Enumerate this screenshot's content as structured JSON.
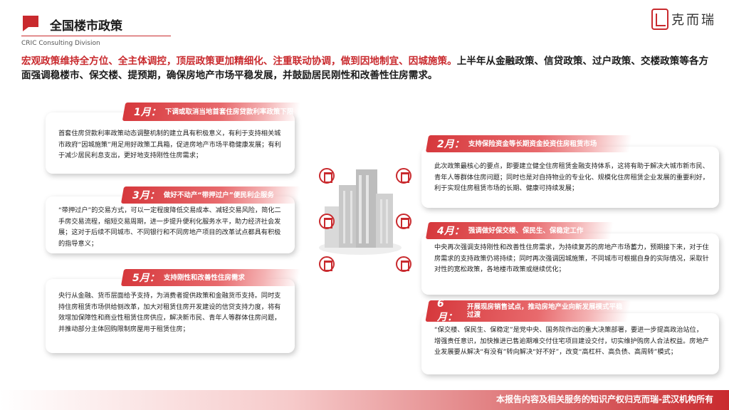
{
  "header": {
    "title": "全国楼市政策",
    "subtitle": "CRIC Consulting Division",
    "logo_text": "克而瑞"
  },
  "summary": {
    "highlight": "宏观政策维持全方位、全主体调控，顶层政策更加精细化、注重联动协调，做到因地制宜、因城施策。",
    "rest": "上半年从金融政策、信贷政策、过户政策、交楼政策等各方面强调稳楼市、保交楼、提预期，确保房地产市场平稳发展，并鼓励居民刚性和改善性住房需求。"
  },
  "cards": [
    {
      "month": "1月：",
      "title": "下调或取消当地首套住房贷款利率政策下限",
      "body": "首套住房贷款利率政策动态调整机制的建立具有积极意义，有利于支持相关城市政府“因城施策”用足用好政策工具箱，促进房地产市场平稳健康发展；有利于减少居民利息支出，更好地支持刚性住房需求；"
    },
    {
      "month": "2月：",
      "title": "支持保险资金等长期资金投资住房租赁市场",
      "body": "此次政策最核心的要点，即要建立健全住房租赁金融支持体系，这将有助于解决大城市新市民、青年人等群体住房问题；同时也是对自持物业的专业化、规模化住房租赁企业发展的重要利好，利于实现住房租赁市场的长期、健康可持续发展；"
    },
    {
      "month": "3月：",
      "title": "做好不动产“带押过户”便民利企服务",
      "body": "“带押过户”的交易方式，可以一定程度降低交易成本、减轻交易风险，简化二手房交易流程，缩短交易周期，进一步提升便利化服务水平，助力经济社会发展；这对于后续不同城市、不同银行和不同房地产项目的改革试点都具有积极的指导意义；"
    },
    {
      "month": "4月：",
      "title": "强调做好保交楼、保民生、保稳定工作",
      "body": "中央再次强调支持刚性和改善性住房需求，为持续复苏的房地产市场蓄力，预期接下来，对于住房需求的支持政策仍将持续；同时再次强调因城施策，不同城市可根据自身的实际情况，采取针对性的宽松政策，各地楼市政策或继续优化；"
    },
    {
      "month": "5月：",
      "title": "支持刚性和改善性住房需求",
      "body": "央行从金融、货币层面给予支持，为消费者提供政策和金融货币支持。同时支持住房租赁市场供给侧改革，加大对租赁住房开发建设的信贷支持力度，将有效增加保障性和商业性租赁住房供应，解决新市民、青年人等群体住房问题，并推动部分主体回购限制房屋用于租赁住房；"
    },
    {
      "month": "6月：",
      "title": "开展现房销售试点，推动房地产业向新发展模式平稳过渡",
      "body": "“保交楼、保民生、保稳定”是党中央、国务院作出的重大决策部署，要进一步提高政治站位，增强责任意识，加快推进已售逾期难交付住宅项目建设交付，切实维护购房人合法权益。房地产业发展要从解决“有没有”转向解决“好不好”，改变“高杠杆、高负债、高周转”模式；"
    }
  ],
  "footer": {
    "text": "本报告内容及相关服务的知识产权归克而瑞-武汉机构所有"
  },
  "colors": {
    "accent": "#c92a2e",
    "tag_start": "#d6383c"
  }
}
